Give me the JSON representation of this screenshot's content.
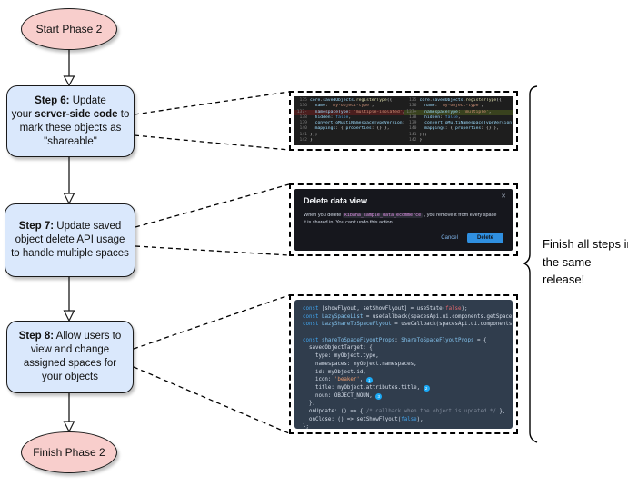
{
  "flowchart": {
    "start_label": "Start Phase 2",
    "finish_label": "Finish Phase 2",
    "step6_segments": [
      [
        "Step 6:",
        1
      ],
      [
        " Update\nyour ",
        0
      ],
      [
        "server-side code",
        1
      ],
      [
        " to\nmark these objects as\n\"shareable\"",
        0
      ]
    ],
    "step7_segments": [
      [
        "Step 7:",
        1
      ],
      [
        " Update saved\nobject delete API usage\nto handle multiple spaces",
        0
      ]
    ],
    "step8_segments": [
      [
        "Step 8:",
        1
      ],
      [
        " Allow users to\nview and change\nassigned spaces for\nyour objects",
        0
      ]
    ],
    "colors": {
      "terminal_fill": "#f8cecc",
      "step_fill": "#dae8fc",
      "accent_blue": "#1ba9f5"
    }
  },
  "brace_note": {
    "text": "Finish all steps in the same release!"
  },
  "diff_panel": {
    "left_lines": [
      {
        "n": "135",
        "t": [
          [
            "id",
            "core"
          ],
          [
            "pn",
            "."
          ],
          [
            "id",
            "savedObjects"
          ],
          [
            "pn",
            "."
          ],
          [
            "fn",
            "registerType"
          ],
          [
            "pn",
            "({"
          ]
        ]
      },
      {
        "n": "136",
        "t": [
          [
            "pn",
            "  "
          ],
          [
            "id",
            "name"
          ],
          [
            "pn",
            ": "
          ],
          [
            "str",
            "'my-object-type'"
          ],
          [
            "pn",
            ","
          ]
        ]
      },
      {
        "n": "137-",
        "bg": "del",
        "t": [
          [
            "pn",
            "  "
          ],
          [
            "id",
            "namespaceType"
          ],
          [
            "pn",
            ": "
          ],
          [
            "str",
            "'multiple-isolated'"
          ],
          [
            "pn",
            ","
          ]
        ]
      },
      {
        "n": "138",
        "t": [
          [
            "pn",
            "  "
          ],
          [
            "id",
            "hidden"
          ],
          [
            "pn",
            ": "
          ],
          [
            "kw",
            "false"
          ],
          [
            "pn",
            ","
          ]
        ]
      },
      {
        "n": "139",
        "t": [
          [
            "pn",
            "  "
          ],
          [
            "id",
            "convertToMultiNamespaceTypeVersion"
          ],
          [
            "pn",
            ": "
          ],
          [
            "str",
            "'"
          ]
        ]
      },
      {
        "n": "140",
        "t": [
          [
            "pn",
            "  "
          ],
          [
            "id",
            "mappings"
          ],
          [
            "pn",
            ": { "
          ],
          [
            "id",
            "properties"
          ],
          [
            "pn",
            ": {} },"
          ]
        ]
      },
      {
        "n": "141",
        "t": [
          [
            "pn",
            "});"
          ]
        ]
      },
      {
        "n": "142",
        "t": [
          [
            "pn",
            "}"
          ]
        ]
      }
    ],
    "right_lines": [
      {
        "n": "135",
        "t": [
          [
            "id",
            "core"
          ],
          [
            "pn",
            "."
          ],
          [
            "id",
            "savedObjects"
          ],
          [
            "pn",
            "."
          ],
          [
            "fn",
            "registerType"
          ],
          [
            "pn",
            "({"
          ]
        ]
      },
      {
        "n": "136",
        "t": [
          [
            "pn",
            "  "
          ],
          [
            "id",
            "name"
          ],
          [
            "pn",
            ": "
          ],
          [
            "str",
            "'my-object-type'"
          ],
          [
            "pn",
            ","
          ]
        ]
      },
      {
        "n": "137+",
        "bg": "add",
        "t": [
          [
            "pn",
            "  "
          ],
          [
            "id",
            "namespaceType"
          ],
          [
            "pn",
            ": "
          ],
          [
            "str",
            "'multiple'"
          ],
          [
            "pn",
            ","
          ]
        ]
      },
      {
        "n": "138",
        "t": [
          [
            "pn",
            "  "
          ],
          [
            "id",
            "hidden"
          ],
          [
            "pn",
            ": "
          ],
          [
            "kw",
            "false"
          ],
          [
            "pn",
            ","
          ]
        ]
      },
      {
        "n": "139",
        "t": [
          [
            "pn",
            "  "
          ],
          [
            "id",
            "convertToMultiNamespaceTypeVersion"
          ],
          [
            "pn",
            ": "
          ],
          [
            "str",
            "'"
          ]
        ]
      },
      {
        "n": "140",
        "t": [
          [
            "pn",
            "  "
          ],
          [
            "id",
            "mappings"
          ],
          [
            "pn",
            ": { "
          ],
          [
            "id",
            "properties"
          ],
          [
            "pn",
            ": {} },"
          ]
        ]
      },
      {
        "n": "141",
        "t": [
          [
            "pn",
            "});"
          ]
        ]
      },
      {
        "n": "142",
        "t": [
          [
            "pn",
            "}"
          ]
        ]
      }
    ]
  },
  "modal": {
    "title": "Delete data view",
    "close": "✕",
    "body_prefix": "When you delete ",
    "body_code": "kibana_sample_data_ecommerce",
    "body_suffix": " , you remove it from every space it is shared in. You can't undo this action.",
    "cancel_label": "Cancel",
    "delete_label": "Delete"
  },
  "code_panel": {
    "lines": [
      {
        "t": [
          [
            "kw",
            "const"
          ],
          [
            "pn",
            " [showFlyout, setShowFlyout] = "
          ],
          [
            "fn",
            "useState"
          ],
          [
            "pn",
            "("
          ],
          [
            "lit",
            "false"
          ],
          [
            "pn",
            ");"
          ]
        ]
      },
      {
        "t": [
          [
            "kw",
            "const"
          ],
          [
            "pn",
            " "
          ],
          [
            "id2",
            "LazySpaceList"
          ],
          [
            "pn",
            " = "
          ],
          [
            "fn",
            "useCallback"
          ],
          [
            "pn",
            "(spacesApi.ui.components.getSpaceLis"
          ]
        ]
      },
      {
        "t": [
          [
            "kw",
            "const"
          ],
          [
            "pn",
            " "
          ],
          [
            "id2",
            "LazyShareToSpaceFlyout"
          ],
          [
            "pn",
            " = "
          ],
          [
            "fn",
            "useCallback"
          ],
          [
            "pn",
            "(spacesApi.ui.components.ge"
          ]
        ]
      },
      {
        "t": []
      },
      {
        "t": [
          [
            "kw",
            "const"
          ],
          [
            "pn",
            " "
          ],
          [
            "id2",
            "shareToSpaceFlyoutProps"
          ],
          [
            "pn",
            ": "
          ],
          [
            "type",
            "ShareToSpaceFlyoutProps"
          ],
          [
            "pn",
            " = {"
          ]
        ]
      },
      {
        "t": [
          [
            "pn",
            "  savedObjectTarget: {"
          ]
        ]
      },
      {
        "t": [
          [
            "pn",
            "    type: myObject.type,"
          ]
        ]
      },
      {
        "t": [
          [
            "pn",
            "    namespaces: myObject.namespaces,"
          ]
        ]
      },
      {
        "t": [
          [
            "pn",
            "    id: myObject.id,"
          ]
        ]
      },
      {
        "t": [
          [
            "pn",
            "    icon: "
          ],
          [
            "str",
            "'beaker'"
          ],
          [
            "pn",
            ", "
          ],
          [
            "badge",
            "1"
          ]
        ]
      },
      {
        "t": [
          [
            "pn",
            "    title: myObject.attributes.title, "
          ],
          [
            "badge",
            "2"
          ]
        ]
      },
      {
        "t": [
          [
            "pn",
            "    noun: OBJECT_NOUN, "
          ],
          [
            "badge",
            "3"
          ]
        ]
      },
      {
        "t": [
          [
            "pn",
            "  },"
          ]
        ]
      },
      {
        "t": [
          [
            "pn",
            "  onUpdate: () => { "
          ],
          [
            "cmt",
            "/* callback when the object is updated */"
          ],
          [
            "pn",
            " },"
          ]
        ]
      },
      {
        "t": [
          [
            "pn",
            "  onClose: () => "
          ],
          [
            "fn",
            "setShowFlyout"
          ],
          [
            "pn",
            "("
          ],
          [
            "kw",
            "false"
          ],
          [
            "pn",
            "),"
          ]
        ]
      },
      {
        "t": [
          [
            "pn",
            "};"
          ]
        ]
      }
    ]
  }
}
